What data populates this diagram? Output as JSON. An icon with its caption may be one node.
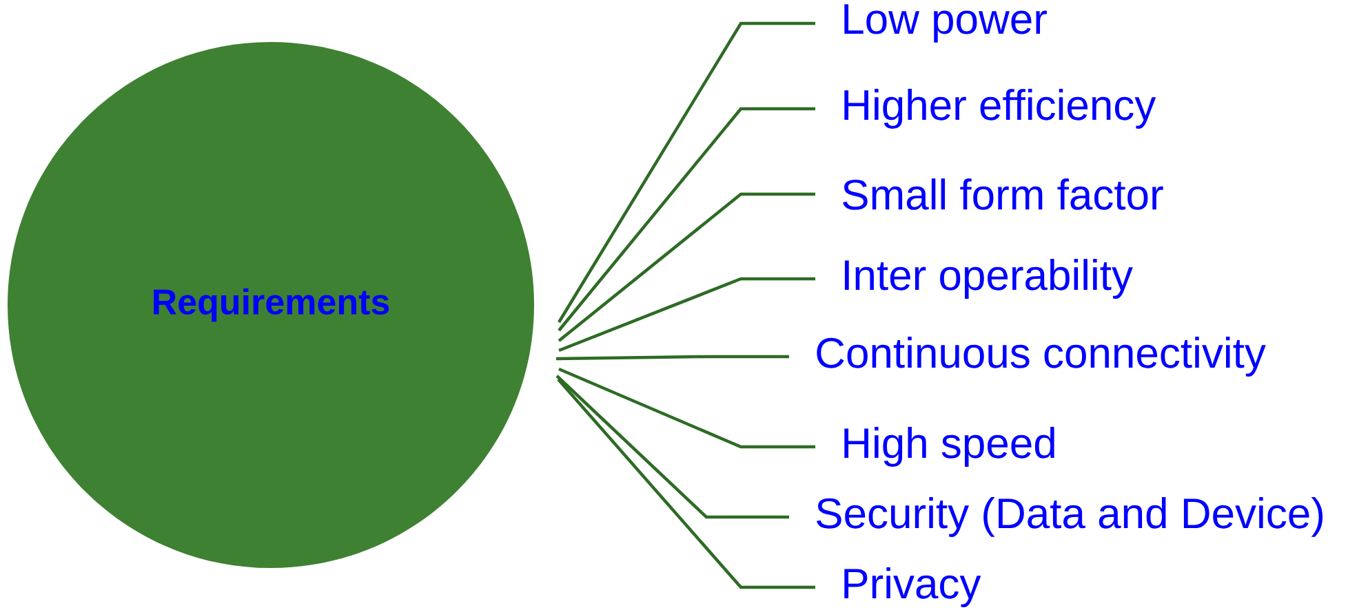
{
  "diagram": {
    "nodes": [
      {
        "text": [
          "Requirements"
        ]
      },
      {
        "text": [
          "Low power"
        ]
      },
      {
        "text": [
          "Higher efficiency"
        ]
      },
      {
        "text": [
          "Small form factor"
        ]
      },
      {
        "text": [
          "Inter operability"
        ]
      },
      {
        "text": [
          "Continuous connectivity"
        ]
      },
      {
        "text": [
          "High speed"
        ]
      },
      {
        "text": [
          "Security (Data and Device)"
        ]
      },
      {
        "text": [
          "Privacy"
        ]
      }
    ],
    "edges": [
      {
        "from": 0,
        "to": 1,
        "arrow": "none"
      },
      {
        "from": 0,
        "to": 2,
        "arrow": "none"
      },
      {
        "from": 0,
        "to": 3,
        "arrow": "none"
      },
      {
        "from": 0,
        "to": 4,
        "arrow": "none"
      },
      {
        "from": 0,
        "to": 5,
        "arrow": "none"
      },
      {
        "from": 0,
        "to": 6,
        "arrow": "none"
      },
      {
        "from": 0,
        "to": 7,
        "arrow": "none"
      },
      {
        "from": 0,
        "to": 8,
        "arrow": "none"
      }
    ]
  }
}
